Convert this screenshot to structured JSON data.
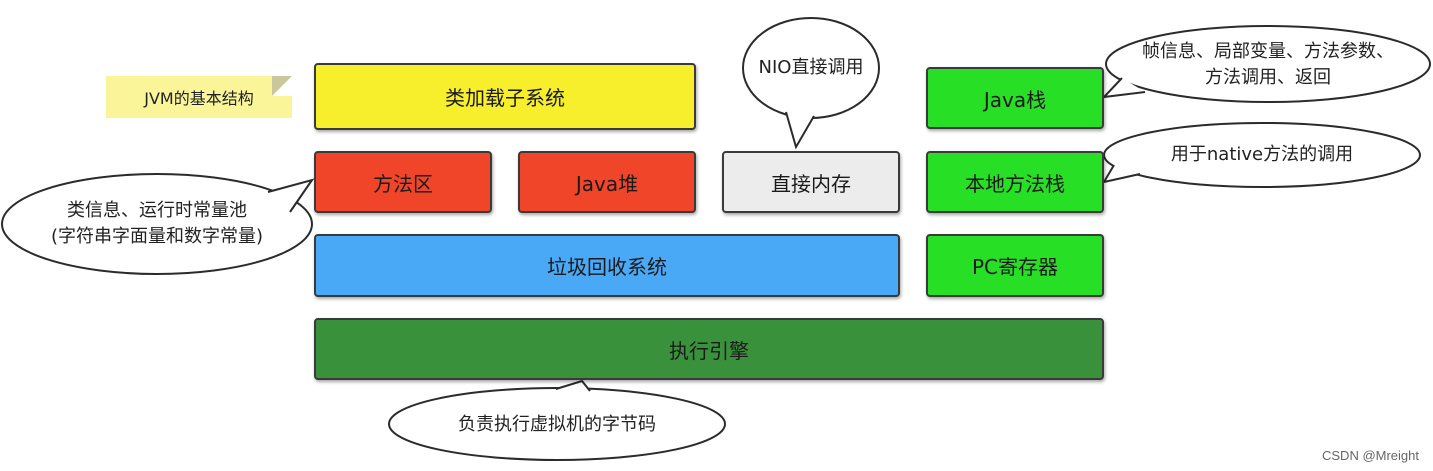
{
  "note": {
    "label": "JVM的基本结构"
  },
  "boxes": {
    "class_loader": "类加载子系统",
    "method_area": "方法区",
    "java_heap": "Java堆",
    "direct_memory": "直接内存",
    "java_stack": "Java栈",
    "native_stack": "本地方法栈",
    "gc": "垃圾回收系统",
    "pc_register": "PC寄存器",
    "exec_engine": "执行引擎"
  },
  "bubbles": {
    "nio": "NIO直接调用",
    "frame_line1": "帧信息、局部变量、方法参数、",
    "frame_line2": "方法调用、返回",
    "native_use": "用于native方法的调用",
    "class_info_line1": "类信息、运行时常量池",
    "class_info_line2": "(字符串字面量和数字常量)",
    "bytecode": "负责执行虚拟机的字节码"
  },
  "watermark": "CSDN @Mreight",
  "colors": {
    "yellow": "#f7ee2c",
    "red": "#f1452a",
    "gray": "#ececec",
    "green_bright": "#27df25",
    "blue": "#4aa9f7",
    "green_dark": "#3a913c"
  }
}
